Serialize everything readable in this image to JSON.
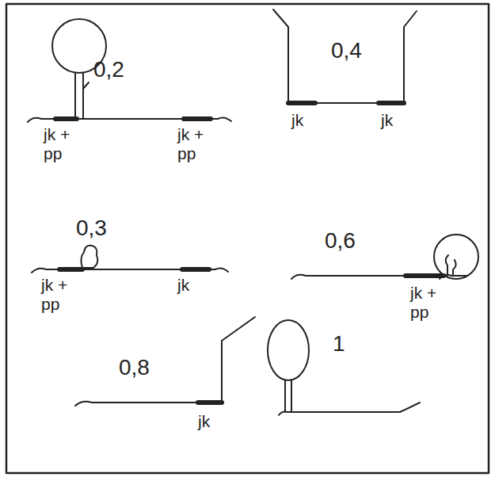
{
  "diagram": {
    "labels": [
      "0,2",
      "jk + pp",
      "jk + pp",
      "0,4",
      "jk",
      "jk",
      "0,3",
      "jk + pp",
      "jk",
      "0,6",
      "jk + pp",
      "0,8",
      "jk",
      "1"
    ]
  }
}
